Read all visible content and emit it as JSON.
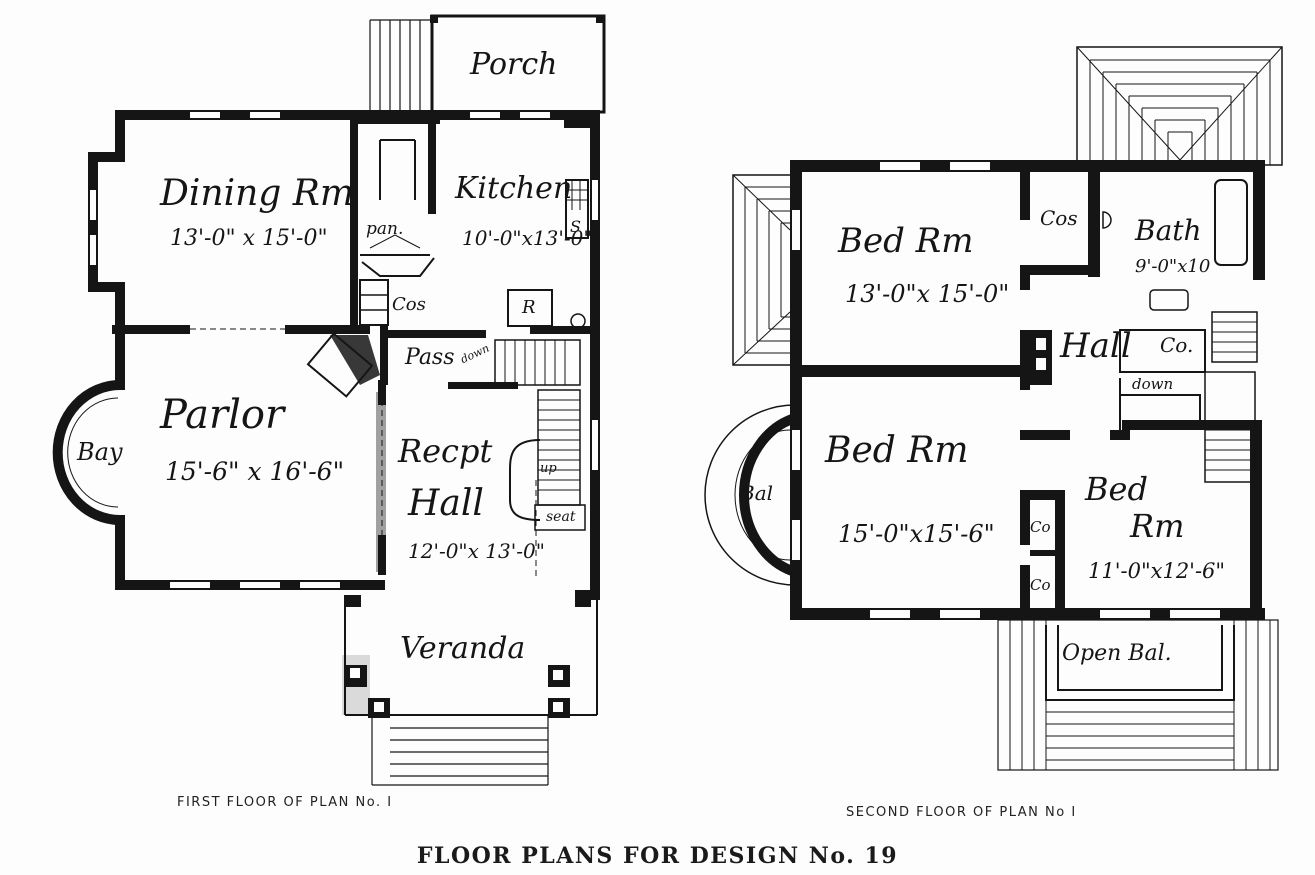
{
  "first_floor": {
    "caption": "FIRST FLOOR OF PLAN No. I",
    "rooms": {
      "porch": "Porch",
      "dining_name": "Dining Rm",
      "dining_size": "13'-0\" x 15'-0\"",
      "pantry": "pan.",
      "kitchen_name": "Kitchen",
      "kitchen_size": "10'-0\"x13'-0\"",
      "sink": "S",
      "range": "R",
      "closet": "Cos",
      "pass": "Pass",
      "down": "down",
      "parlor_name": "Parlor",
      "parlor_size": "15'-6\" x 16'-6\"",
      "bay": "Bay",
      "recpt_line1": "Recpt",
      "recpt_line2": "Hall",
      "recpt_size": "12'-0\"x 13'-0\"",
      "up": "up",
      "seat": "seat",
      "veranda": "Veranda"
    }
  },
  "second_floor": {
    "caption": "SECOND FLOOR OF PLAN No I",
    "rooms": {
      "bed1_name": "Bed Rm",
      "bed1_size": "13'-0\"x 15'-0\"",
      "closet": "Cos",
      "bath_name": "Bath",
      "bath_size": "9'-0\"x10",
      "hall": "Hall",
      "hall_closet": "Co.",
      "down": "down",
      "bed2_name": "Bed Rm",
      "bed2_size": "15'-0\"x15'-6\"",
      "bal": "Bal",
      "bed3_line1": "Bed",
      "bed3_line2": "Rm",
      "bed3_size": "11'-0\"x12'-6\"",
      "co_a": "Co",
      "co_b": "Co",
      "open_bal": "Open Bal."
    }
  },
  "title": "FLOOR PLANS FOR DESIGN No. 19"
}
